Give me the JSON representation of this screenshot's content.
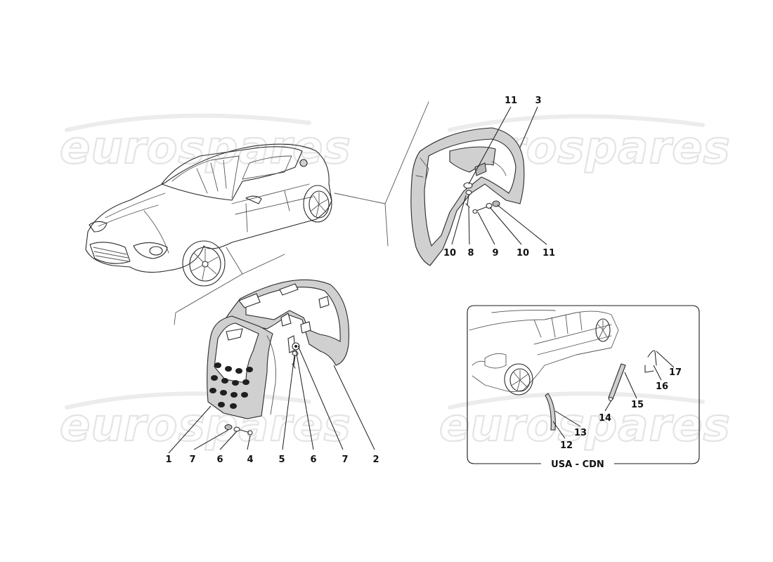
{
  "watermark": {
    "text": "eurospares"
  },
  "inset": {
    "caption": "USA - CDN"
  },
  "callouts": {
    "c1": "1",
    "c2": "2",
    "c3": "3",
    "c4": "4",
    "c5": "5",
    "c6a": "6",
    "c6b": "6",
    "c7a": "7",
    "c7b": "7",
    "c8": "8",
    "c9": "9",
    "c10a": "10",
    "c10b": "10",
    "c11a": "11",
    "c11b": "11",
    "c12": "12",
    "c13": "13",
    "c14": "14",
    "c15": "15",
    "c16": "16",
    "c17": "17"
  }
}
